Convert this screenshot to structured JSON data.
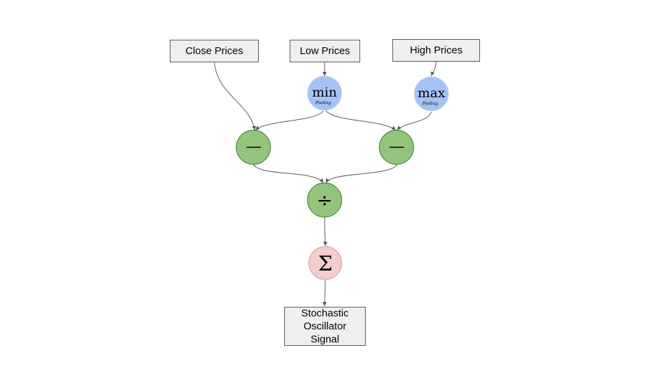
{
  "inputs": {
    "close_label": "Close Prices",
    "low_label": "Low Prices",
    "high_label": "High Prices"
  },
  "pooling": {
    "min_label": "min",
    "min_sub": "Pooling",
    "max_label": "max",
    "max_sub": "Pooling"
  },
  "operators": {
    "divide_symbol": "÷",
    "sum_symbol": "Σ"
  },
  "output": {
    "line1": "Stochastic",
    "line2": "Oscillator",
    "line3": "Signal"
  },
  "colors": {
    "pool_fill": "#a4c2f4",
    "op_fill": "#93c47d",
    "op_stroke": "#38761d",
    "sum_fill": "#f4cccc",
    "sum_stroke": "#cc9999",
    "box_fill": "#efefef",
    "edge": "#595959"
  }
}
